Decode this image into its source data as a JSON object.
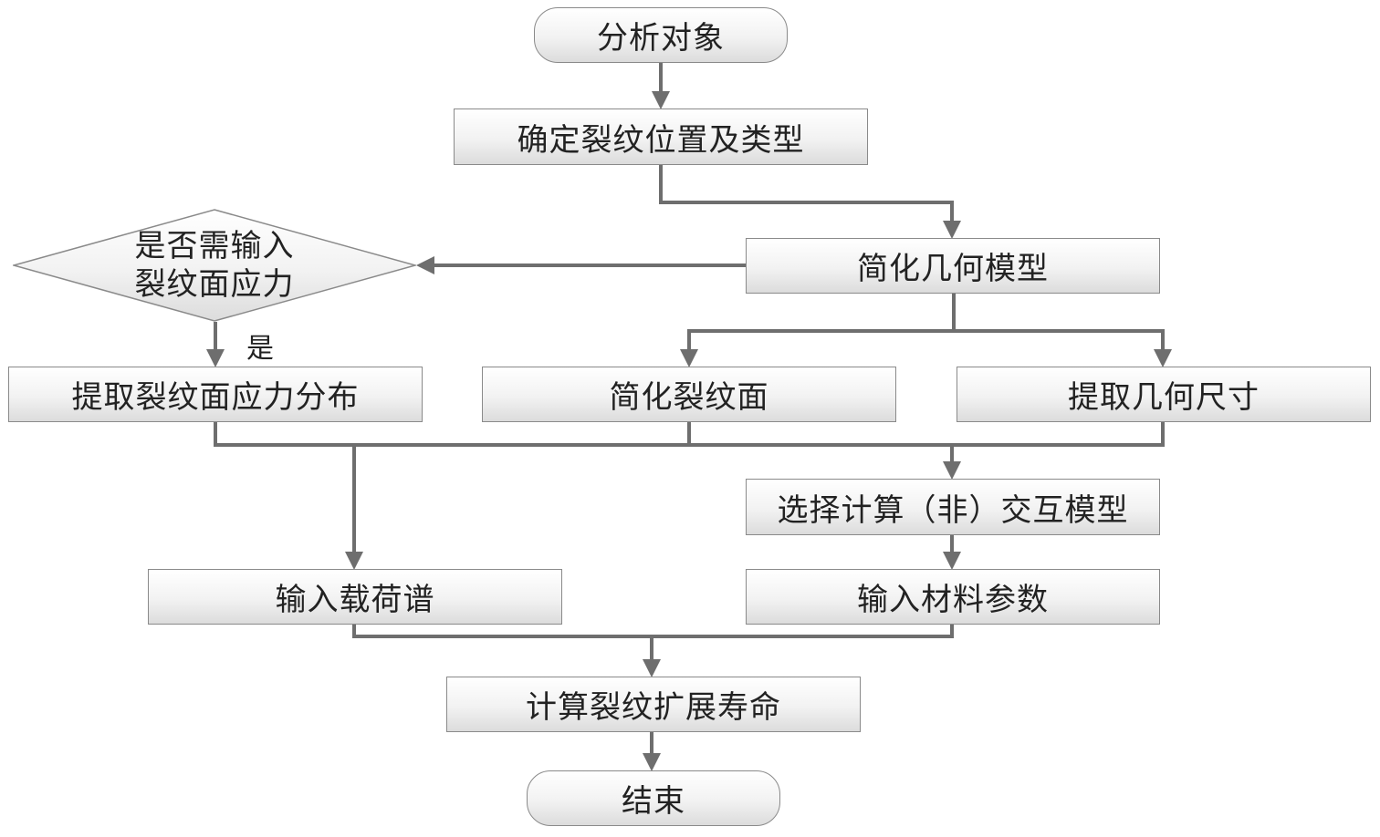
{
  "nodes": {
    "start": "分析对象",
    "determine_crack": "确定裂纹位置及类型",
    "simplify_geometry": "简化几何模型",
    "decision_line1": "是否需输入",
    "decision_line2": "裂纹面应力",
    "extract_stress": "提取裂纹面应力分布",
    "simplify_crack_face": "简化裂纹面",
    "extract_dimensions": "提取几何尺寸",
    "select_model": "选择计算（非）交互模型",
    "input_load": "输入载荷谱",
    "input_material": "输入材料参数",
    "compute_life": "计算裂纹扩展寿命",
    "end": "结束"
  },
  "edge_labels": {
    "yes": "是"
  },
  "colors": {
    "connector": "#6e6e6e",
    "border": "#8a8a8a",
    "text": "#222222"
  }
}
